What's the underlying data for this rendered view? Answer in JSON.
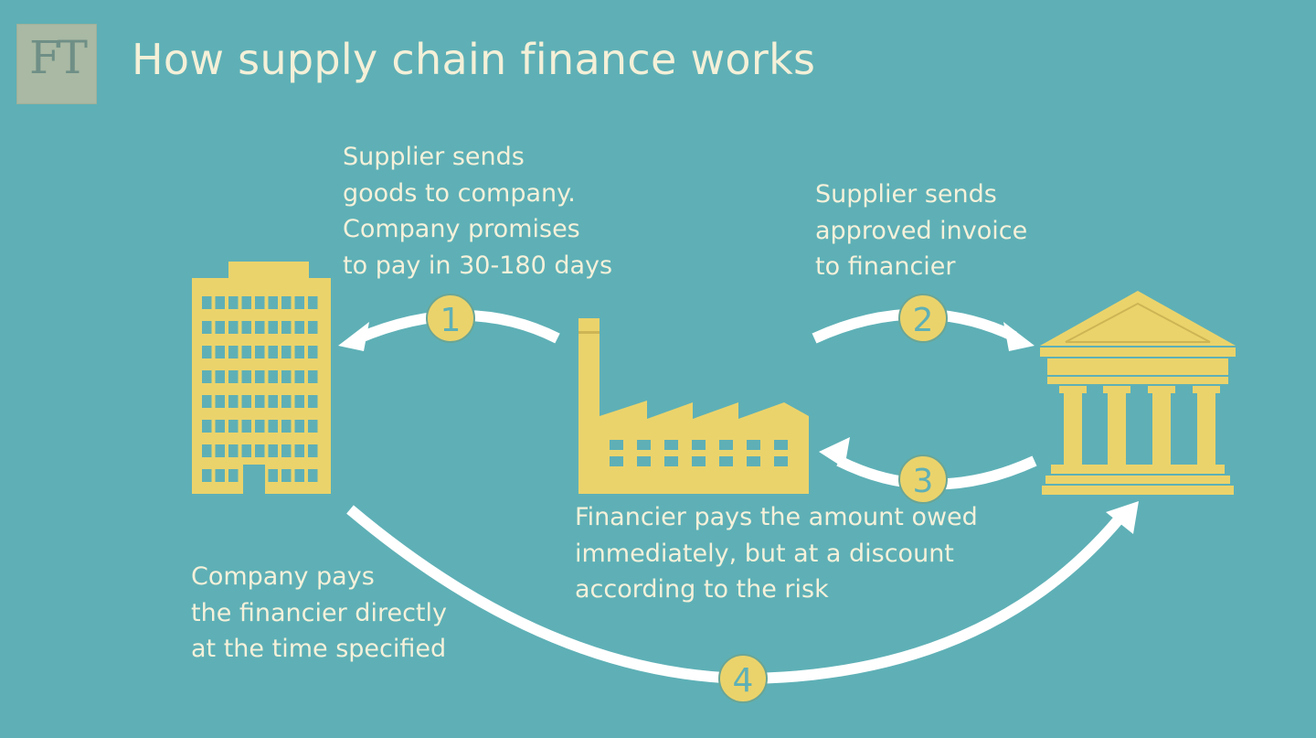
{
  "title": "How supply chain finance works",
  "logo_text": "FT",
  "colors": {
    "background": "#5eb0b6",
    "illustration": "#ebd36b",
    "arrow": "#ffffff",
    "text": "#f5f1da"
  },
  "steps": [
    {
      "number": "1",
      "lines": [
        "Supplier sends",
        "goods to company.",
        "Company promises",
        "to pay in 30-180 days"
      ]
    },
    {
      "number": "2",
      "lines": [
        "Supplier sends",
        "approved invoice",
        "to financier"
      ]
    },
    {
      "number": "3",
      "lines": [
        "Financier pays the amount owed",
        "immediately, but at a discount",
        "according to the risk"
      ]
    },
    {
      "number": "4",
      "lines": [
        "Company pays",
        "the financier directly",
        "at the time specified"
      ]
    }
  ],
  "icons": {
    "company": "office-building-icon",
    "supplier": "factory-icon",
    "financier": "bank-icon"
  }
}
